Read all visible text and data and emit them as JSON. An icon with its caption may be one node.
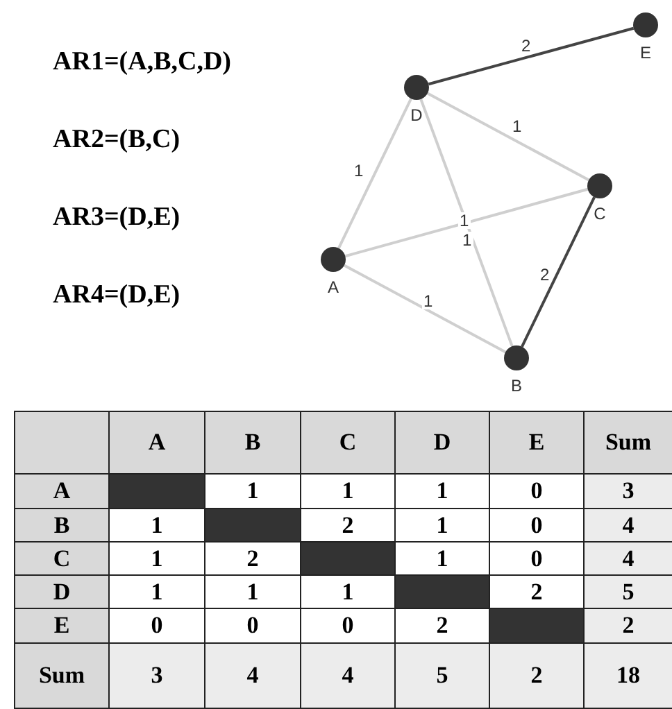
{
  "diagram": {
    "nodes": [
      {
        "text": [
          "E"
        ]
      },
      {
        "text": [
          "D"
        ]
      },
      {
        "text": [
          "C"
        ]
      },
      {
        "text": [
          "A"
        ]
      },
      {
        "text": [
          "B"
        ]
      }
    ],
    "edges": [
      {
        "from": 1,
        "to": 0,
        "arrow": "none",
        "label": "2",
        "color": "#444444"
      },
      {
        "from": 1,
        "to": 2,
        "arrow": "none",
        "label": "1"
      },
      {
        "from": 1,
        "to": 3,
        "arrow": "none",
        "label": "1"
      },
      {
        "from": 3,
        "to": 2,
        "arrow": "none",
        "label": "1"
      },
      {
        "from": 1,
        "to": 4,
        "arrow": "none",
        "label": "1"
      },
      {
        "from": 4,
        "to": 2,
        "arrow": "none",
        "label": "2",
        "color": "#444444"
      },
      {
        "from": 3,
        "to": 4,
        "arrow": "none",
        "label": "1"
      }
    ],
    "labels": [
      "AR1=(A,B,C,D)",
      "AR2=(B,C)",
      "AR3=(D,E)",
      "AR4=(D,E)",
      "A",
      "B",
      "C",
      "D",
      "E",
      "Sum",
      "A",
      "1",
      "1",
      "1",
      "0",
      "3",
      "B",
      "1",
      "2",
      "1",
      "0",
      "4",
      "C",
      "1",
      "2",
      "1",
      "0",
      "4",
      "D",
      "1",
      "1",
      "1",
      "2",
      "5",
      "E",
      "0",
      "0",
      "0",
      "2",
      "2",
      "Sum",
      "3",
      "4",
      "4",
      "5",
      "2",
      "18"
    ]
  }
}
